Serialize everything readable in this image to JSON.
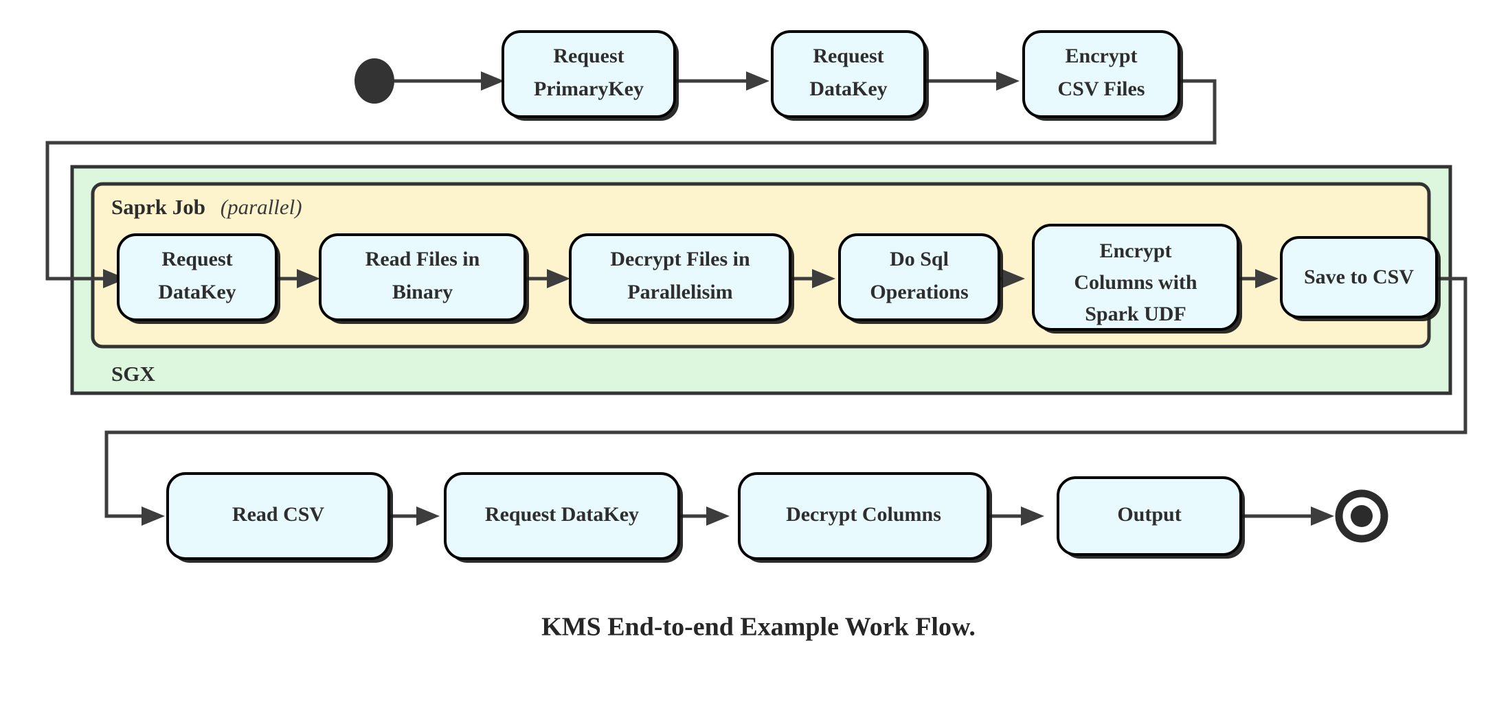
{
  "figure": {
    "caption": "KMS End-to-end Example Work Flow.",
    "title": "KMS End-to-end Example Work Flow."
  },
  "colors": {
    "node_fill": "#e8fafd",
    "node_stroke": "#000000",
    "sgx_fill": "#ddf6de",
    "spark_fill": "#fdf3cc",
    "container_stroke": "#333333",
    "edge": "#3d3d3d",
    "text": "#2e2e2e",
    "start_node": "#333333",
    "end_node": "#2b2b2b"
  },
  "containers": {
    "sgx": {
      "label": "SGX"
    },
    "spark": {
      "label": "Saprk Job",
      "qualifier": "(parallel)",
      "qualifier_open": "(",
      "qualifier_word": "parallel",
      "qualifier_close": ")"
    }
  },
  "markers": {
    "start": "start-state",
    "end": "end-state"
  },
  "chart_data": {
    "type": "flowchart",
    "title": "KMS End-to-end Example Work Flow.",
    "orientation": "left-to-right, three rows with wrap-around connectors",
    "nodes": [
      {
        "id": "start",
        "type": "initial-state",
        "label": "",
        "row": 1
      },
      {
        "id": "n1",
        "type": "process",
        "label": "Request\nPrimaryKey",
        "line1": "Request",
        "line2": "PrimaryKey",
        "row": 1
      },
      {
        "id": "n2",
        "type": "process",
        "label": "Request\nDataKey",
        "line1": "Request",
        "line2": "DataKey",
        "row": 1
      },
      {
        "id": "n3",
        "type": "process",
        "label": "Encrypt\nCSV Files",
        "line1": "Encrypt",
        "line2": "CSV Files",
        "row": 1
      },
      {
        "id": "n4",
        "type": "process",
        "label": "Request\nDataKey",
        "line1": "Request",
        "line2": "DataKey",
        "row": 2,
        "group": "spark"
      },
      {
        "id": "n5",
        "type": "process",
        "label": "Read Files in\nBinary",
        "line1": "Read Files in",
        "line2": "Binary",
        "row": 2,
        "group": "spark"
      },
      {
        "id": "n6",
        "type": "process",
        "label": "Decrypt Files in\nParallelisim",
        "line1": "Decrypt Files in",
        "line2": "Parallelisim",
        "row": 2,
        "group": "spark"
      },
      {
        "id": "n7",
        "type": "process",
        "label": "Do Sql\nOperations",
        "line1": "Do Sql",
        "line2": "Operations",
        "row": 2,
        "group": "spark"
      },
      {
        "id": "n8",
        "type": "process",
        "label": "Encrypt\nColumns with\nSpark UDF",
        "line1": "Encrypt",
        "line2": "Columns with",
        "line3": "Spark UDF",
        "row": 2,
        "group": "spark"
      },
      {
        "id": "n9",
        "type": "process",
        "label": "Save to CSV",
        "line1": "Save to CSV",
        "row": 2,
        "group": "spark"
      },
      {
        "id": "n10",
        "type": "process",
        "label": "Read CSV",
        "line1": "Read CSV",
        "row": 3
      },
      {
        "id": "n11",
        "type": "process",
        "label": "Request DataKey",
        "line1": "Request DataKey",
        "row": 3
      },
      {
        "id": "n12",
        "type": "process",
        "label": "Decrypt Columns",
        "line1": "Decrypt Columns",
        "row": 3
      },
      {
        "id": "n13",
        "type": "process",
        "label": "Output",
        "line1": "Output",
        "row": 3
      },
      {
        "id": "end",
        "type": "final-state",
        "label": "",
        "row": 3
      }
    ],
    "edges": [
      {
        "from": "start",
        "to": "n1"
      },
      {
        "from": "n1",
        "to": "n2"
      },
      {
        "from": "n2",
        "to": "n3"
      },
      {
        "from": "n3",
        "to": "n4",
        "routing": "wrap-left"
      },
      {
        "from": "n4",
        "to": "n5"
      },
      {
        "from": "n5",
        "to": "n6"
      },
      {
        "from": "n6",
        "to": "n7"
      },
      {
        "from": "n7",
        "to": "n8"
      },
      {
        "from": "n8",
        "to": "n9"
      },
      {
        "from": "n9",
        "to": "n10",
        "routing": "wrap-right"
      },
      {
        "from": "n10",
        "to": "n11"
      },
      {
        "from": "n11",
        "to": "n12"
      },
      {
        "from": "n12",
        "to": "n13"
      },
      {
        "from": "n13",
        "to": "end"
      }
    ],
    "groups": [
      {
        "id": "sgx",
        "label": "SGX",
        "fill": "#ddf6de",
        "contains": [
          "spark"
        ]
      },
      {
        "id": "spark",
        "label": "Saprk Job (parallel)",
        "fill": "#fdf3cc",
        "contains": [
          "n4",
          "n5",
          "n6",
          "n7",
          "n8",
          "n9"
        ]
      }
    ]
  }
}
